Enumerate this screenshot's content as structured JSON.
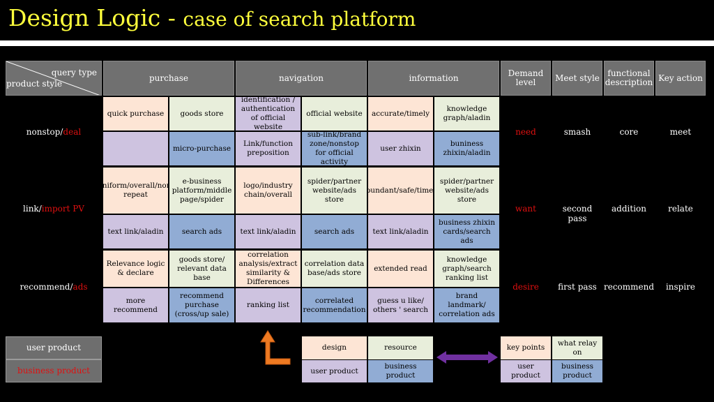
{
  "title": {
    "main": "Design Logic - ",
    "sub": "case of search platform"
  },
  "corner": {
    "top": "query type",
    "bottom": "product style"
  },
  "headers": {
    "purchase": "purchase",
    "navigation": "navigation",
    "information": "information",
    "demand": "Demand level",
    "meet_style": "Meet style",
    "functional": "functional description",
    "key_action": "Key action"
  },
  "rows": [
    {
      "label_white": "nonstop/",
      "label_red": "deal",
      "top": [
        "quick purchase",
        "goods store",
        "identification / authentication of official website",
        "official website",
        "accurate/timely",
        "knowledge graph/aladin"
      ],
      "bottom": [
        "",
        "micro-purchase",
        "Link/function preposition",
        "sub-link/brand zone/nonstop for official activity",
        "user zhixin",
        "buniness zhixin/aladin"
      ],
      "demand": "need",
      "meet": "smash",
      "functional": "core",
      "action": "meet"
    },
    {
      "label_white": "link/",
      "label_red": "import PV",
      "top": [
        "uniform/overall/non-repeat",
        "e-business platform/middle page/spider",
        "logo/industry chain/overall",
        "spider/partner website/ads store",
        "abundant/safe/timely",
        "spider/partner website/ads store"
      ],
      "bottom": [
        "text link/aladin",
        "search ads",
        "text link/aladin",
        "search ads",
        "text link/aladin",
        "business zhixin cards/search ads"
      ],
      "demand": "want",
      "meet": "second pass",
      "functional": "addition",
      "action": "relate"
    },
    {
      "label_white": "recommend/",
      "label_red": "ads",
      "top": [
        "Relevance logic & declare",
        "goods store/ relevant data base",
        "correlation analysis/extract similarity & Differences",
        "correlation data base/ads store",
        "extended read",
        "knowledge graph/search ranking list"
      ],
      "bottom": [
        "more recommend",
        "recommend purchase (cross/up sale)",
        "ranking list",
        "correlated recommendation",
        "guess u like/ others ' search",
        "brand landmark/ correlation ads"
      ],
      "demand": "desire",
      "meet": "first pass",
      "functional": "recommend",
      "action": "inspire"
    }
  ],
  "legend": {
    "user_product": "user product",
    "business_product": "business product",
    "box1": {
      "tl": "design",
      "tr": "resource",
      "bl": "user product",
      "br": "business product"
    },
    "box2": {
      "tl": "key points",
      "tr": "what relay on",
      "bl": "user product",
      "br": "business product"
    }
  },
  "colors": {
    "title": "#ffff3c",
    "peach": "#fde5d5",
    "green": "#e8eedb",
    "purple": "#cec3e0",
    "blue": "#91acd4",
    "red": "#e01010",
    "arrow_orange": "#ee7a22",
    "arrow_purple": "#7030a0"
  }
}
